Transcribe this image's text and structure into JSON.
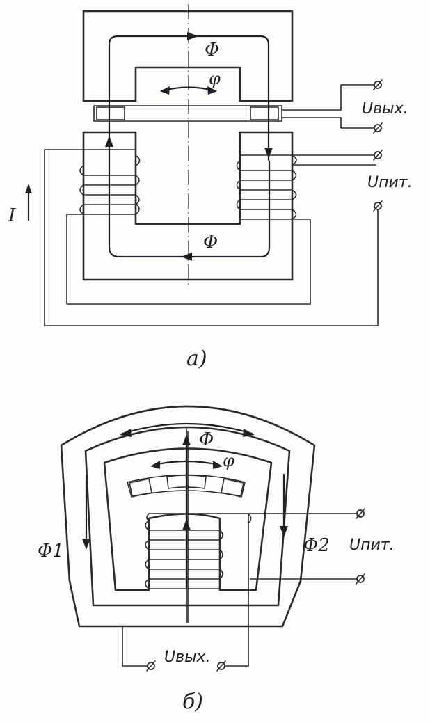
{
  "figure_a": {
    "caption": "а)",
    "flux_top": "Φ",
    "flux_bottom": "Φ",
    "angle": "φ",
    "current": "I",
    "u_out": "Uвых.",
    "u_supply": "Uпит."
  },
  "figure_b": {
    "caption": "б)",
    "flux_center": "Φ",
    "flux_left": "Φ1",
    "flux_right": "Φ2",
    "angle": "φ",
    "u_supply": "Uпит.",
    "u_out": "Uвых."
  },
  "colors": {
    "ink": "#2b2b2b",
    "paper": "#fdfdfb"
  }
}
